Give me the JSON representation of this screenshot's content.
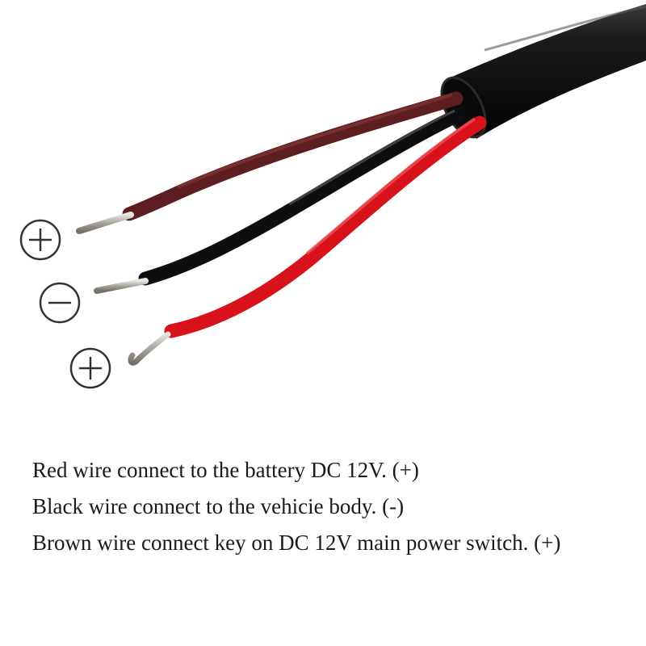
{
  "image": {
    "polarity_symbols": [
      {
        "symbol": "plus-icon",
        "wire": "brown"
      },
      {
        "symbol": "minus-icon",
        "wire": "black"
      },
      {
        "symbol": "plus-icon",
        "wire": "red"
      }
    ],
    "colors": {
      "sheath": "#161616",
      "red_wire": "#e0141c",
      "black_wire": "#111111",
      "brown_wire": "#6b2226",
      "copper_tip": "#b5b0a8",
      "symbol_stroke": "#333333"
    }
  },
  "captions": {
    "line1": "Red wire connect to the battery DC 12V. (+)",
    "line2": "Black wire connect to the vehicie body. (-)",
    "line3": "Brown wire connect key on DC 12V main power switch. (+)"
  }
}
